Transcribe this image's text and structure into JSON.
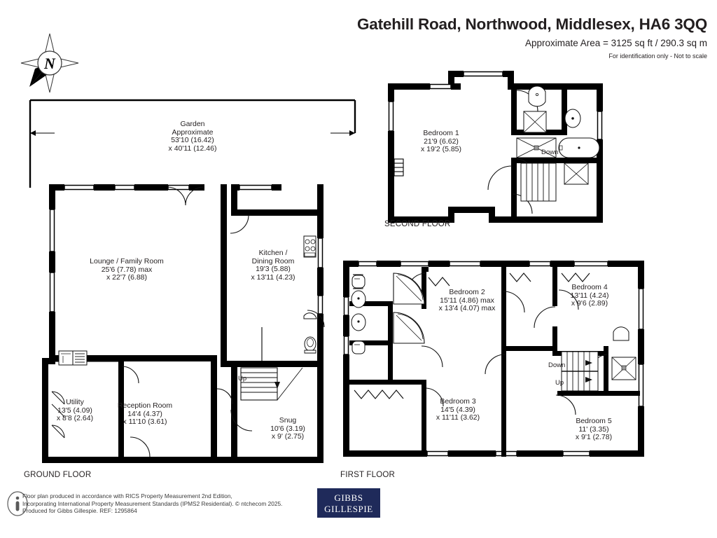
{
  "header": {
    "title": "Gatehill Road, Northwood, Middlesex, HA6 3QQ",
    "area": "Approximate Area = 3125 sq ft / 290.3 sq m",
    "disclaimer": "For identification only - Not to scale"
  },
  "compass": {
    "north_letter": "N"
  },
  "garden": {
    "name": "Garden",
    "approx": "Approximate",
    "dim1": "53'10 (16.42)",
    "dim2": "x 40'11 (12.46)"
  },
  "floors": {
    "ground": "GROUND FLOOR",
    "first": "FIRST FLOOR",
    "second": "SECOND FLOOR"
  },
  "rooms": {
    "lounge": {
      "name": "Lounge / Family Room",
      "dim1": "25'6 (7.78) max",
      "dim2": "x 22'7 (6.88)"
    },
    "kitchen": {
      "name": "Kitchen /",
      "name2": "Dining Room",
      "dim1": "19'3 (5.88)",
      "dim2": "x 13'11 (4.23)"
    },
    "utility": {
      "name": "Utility",
      "dim1": "13'5 (4.09)",
      "dim2": "x 8'8 (2.64)"
    },
    "reception": {
      "name": "Reception Room",
      "dim1": "14'4 (4.37)",
      "dim2": "x 11'10 (3.61)"
    },
    "snug": {
      "name": "Snug",
      "dim1": "10'6 (3.19)",
      "dim2": "x 9' (2.75)"
    },
    "bedroom1": {
      "name": "Bedroom 1",
      "dim1": "21'9 (6.62)",
      "dim2": "x 19'2 (5.85)"
    },
    "bedroom2": {
      "name": "Bedroom 2",
      "dim1": "15'11 (4.86) max",
      "dim2": "x 13'4 (4.07) max"
    },
    "bedroom3": {
      "name": "Bedroom 3",
      "dim1": "14'5 (4.39)",
      "dim2": "x 11'11 (3.62)"
    },
    "bedroom4": {
      "name": "Bedroom 4",
      "dim1": "13'11 (4.24)",
      "dim2": "x 9'6 (2.89)"
    },
    "bedroom5": {
      "name": "Bedroom 5",
      "dim1": "11' (3.35)",
      "dim2": "x 9'1 (2.78)"
    }
  },
  "stairs": {
    "ground_up": "Up",
    "second_down": "Down",
    "first_down": "Down",
    "first_up": "Up"
  },
  "footer": {
    "line1": "Floor plan produced in accordance with RICS Property Measurement 2nd Edition,",
    "line2": "Incorporating International Property Measurement Standards (IPMS2 Residential).    © ntchecom 2025.",
    "line3": "Produced for Gibbs Gillespie.    REF:  1295864",
    "logo_line1": "GIBBS",
    "logo_line2": "GILLESPIE"
  },
  "colors": {
    "wall": "#000000",
    "brand": "#1f2a5a",
    "text": "#231f20"
  }
}
